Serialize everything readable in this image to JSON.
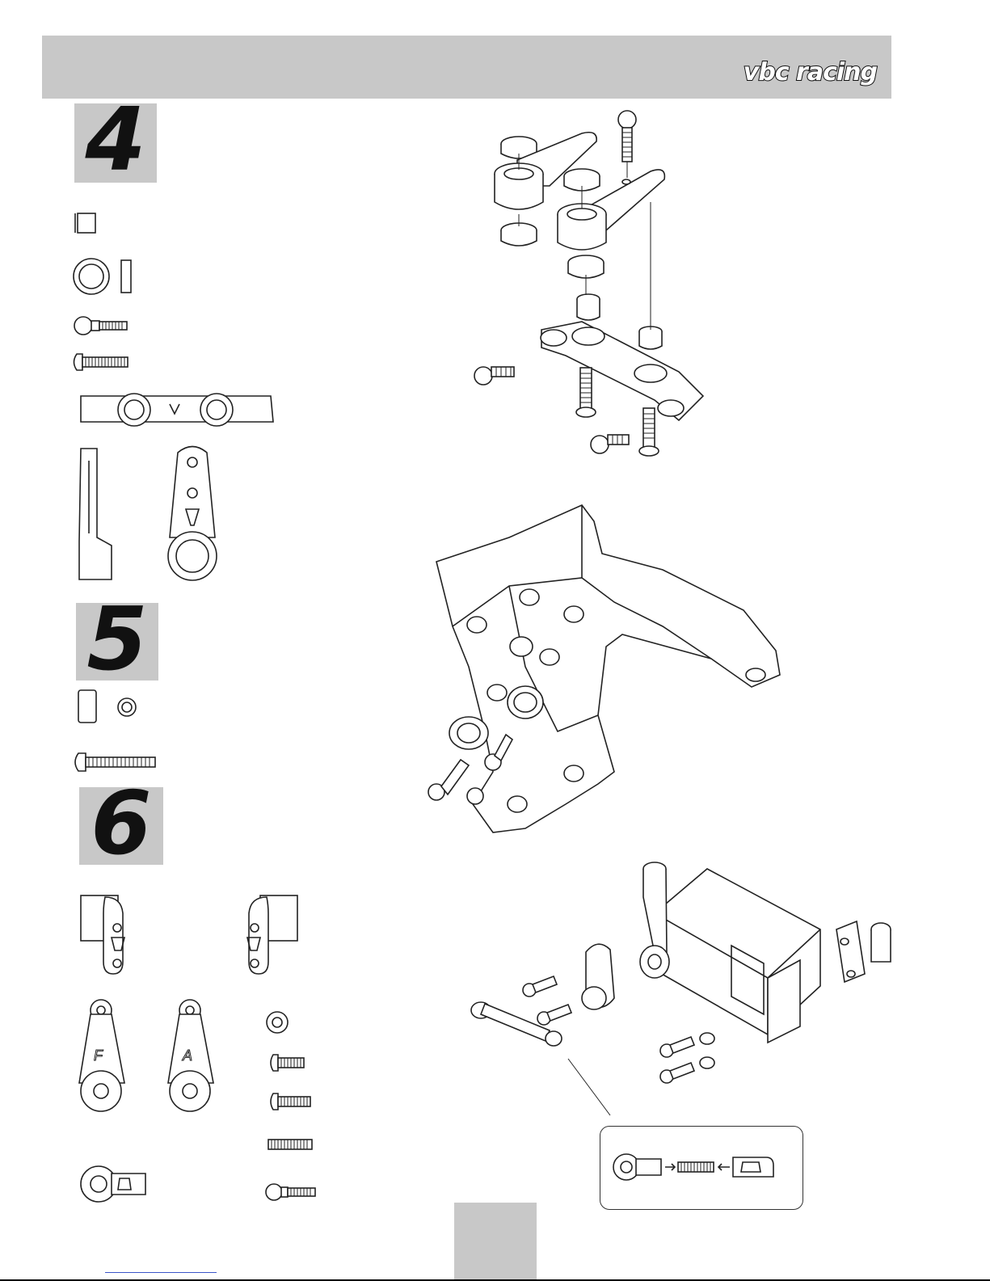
{
  "header": {
    "logo_text": "vbc racing"
  },
  "steps": [
    {
      "number": "4"
    },
    {
      "number": "5"
    },
    {
      "number": "6"
    }
  ],
  "part_labels": {
    "f_arm": "F",
    "a_arm": "A"
  }
}
